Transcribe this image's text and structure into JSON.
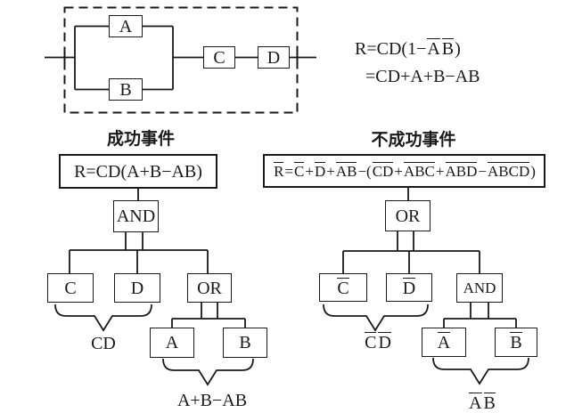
{
  "page": {
    "background": "#ffffff",
    "ink": "#1a1a1a"
  },
  "block_diagram": {
    "blocks": {
      "a": "A",
      "b": "B",
      "c": "C",
      "d": "D"
    }
  },
  "formulas": {
    "line1": [
      {
        "t": "R=CD(1−"
      },
      {
        "t": "A",
        "ov": true
      },
      {
        "t": "B",
        "ov": true
      },
      {
        "t": ")"
      }
    ],
    "line2": [
      {
        "t": "=CD+A+B−AB"
      }
    ]
  },
  "left_tree": {
    "title": "成功事件",
    "root": "R=CD(A+B−AB)",
    "gate_top": "AND",
    "gate_sub": "OR",
    "leaf_c": "C",
    "leaf_d": "D",
    "leaf_a": "A",
    "leaf_b": "B",
    "brace_cd_label": "CD",
    "brace_ab_label": "A+B−AB"
  },
  "right_tree": {
    "title": "不成功事件",
    "root": [
      {
        "t": "R",
        "ov": true
      },
      {
        "t": "="
      },
      {
        "t": "C",
        "ov": true
      },
      {
        "t": "+"
      },
      {
        "t": "D",
        "ov": true
      },
      {
        "t": "+"
      },
      {
        "t": "AB",
        "ov": true
      },
      {
        "t": "−("
      },
      {
        "t": "CD",
        "ov": true
      },
      {
        "t": "+"
      },
      {
        "t": "ABC",
        "ov": true
      },
      {
        "t": "+"
      },
      {
        "t": "ABD",
        "ov": true
      },
      {
        "t": "−"
      },
      {
        "t": "ABCD",
        "ov": true
      },
      {
        "t": ")"
      }
    ],
    "gate_top": "OR",
    "gate_sub": "AND",
    "leaf_c": [
      {
        "t": "C",
        "ov": true
      }
    ],
    "leaf_d": [
      {
        "t": "D",
        "ov": true
      }
    ],
    "leaf_a": [
      {
        "t": "A",
        "ov": true
      }
    ],
    "leaf_b": [
      {
        "t": "B",
        "ov": true
      }
    ],
    "brace_cd_label": [
      {
        "t": "C",
        "ov": true
      },
      {
        "t": "D",
        "ov": true
      }
    ],
    "brace_ab_label": [
      {
        "t": "A",
        "ov": true
      },
      {
        "t": "B",
        "ov": true
      }
    ]
  }
}
